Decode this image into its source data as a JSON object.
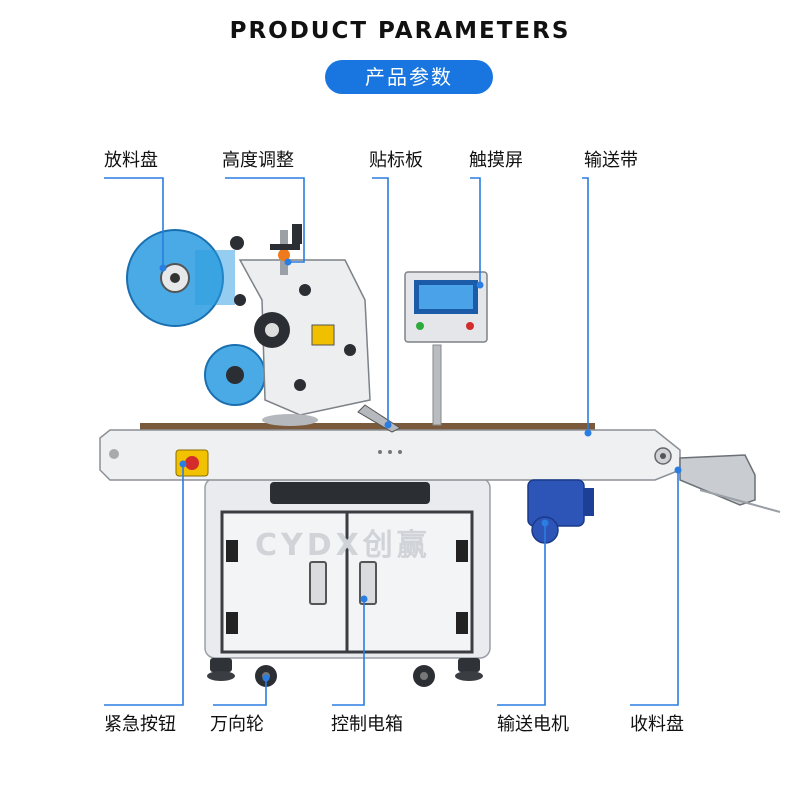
{
  "header": {
    "title": "PRODUCT PARAMETERS",
    "subtitle": "产品参数"
  },
  "labels": {
    "top": [
      "放料盘",
      "高度调整",
      "贴标板",
      "触摸屏",
      "输送带"
    ],
    "bottom": [
      "紧急按钮",
      "万向轮",
      "控制电箱",
      "输送电机",
      "收料盘"
    ]
  },
  "brand": {
    "logo_text": "CYDX创赢"
  },
  "colors": {
    "accent": "#1976e0",
    "callout_line": "#2a7de1",
    "machine_body": "#e9ebee",
    "emergency_button": "#f2c200",
    "motor": "#2d55b8"
  }
}
